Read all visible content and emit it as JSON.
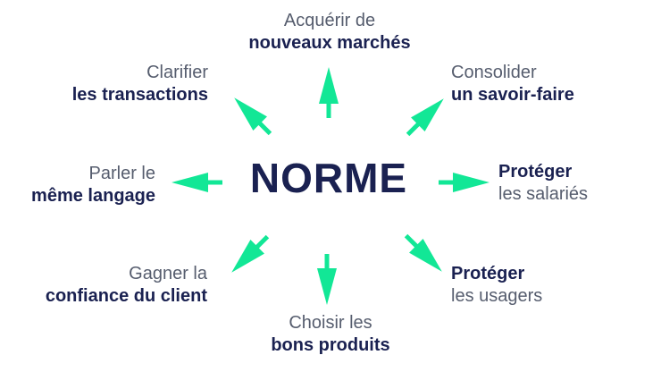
{
  "title": "NORME",
  "spokes": {
    "top": {
      "line1": "Acquérir de",
      "line2": "nouveaux marchés"
    },
    "top_left": {
      "line1": "Clarifier",
      "line2": "les transactions"
    },
    "top_right": {
      "line1": "Consolider",
      "line2": "un savoir-faire"
    },
    "left": {
      "line1": "Parler le",
      "line2": "même langage"
    },
    "right": {
      "line1": "Protéger",
      "line2": "les salariés"
    },
    "bottom_left": {
      "line1": "Gagner la",
      "line2": "confiance du client"
    },
    "bottom_right": {
      "line1": "Protéger",
      "line2": "les usagers"
    },
    "bottom": {
      "line1": "Choisir les",
      "line2": "bons produits"
    }
  },
  "icons": [
    "arrow-up-icon",
    "arrow-down-icon",
    "arrow-left-icon",
    "arrow-right-icon",
    "arrow-up-left-icon",
    "arrow-up-right-icon",
    "arrow-down-left-icon",
    "arrow-down-right-icon"
  ],
  "colors": {
    "navy": "#1a2151",
    "gray": "#565d6e",
    "arrow_green": "#12e796",
    "background": "#ffffff"
  }
}
